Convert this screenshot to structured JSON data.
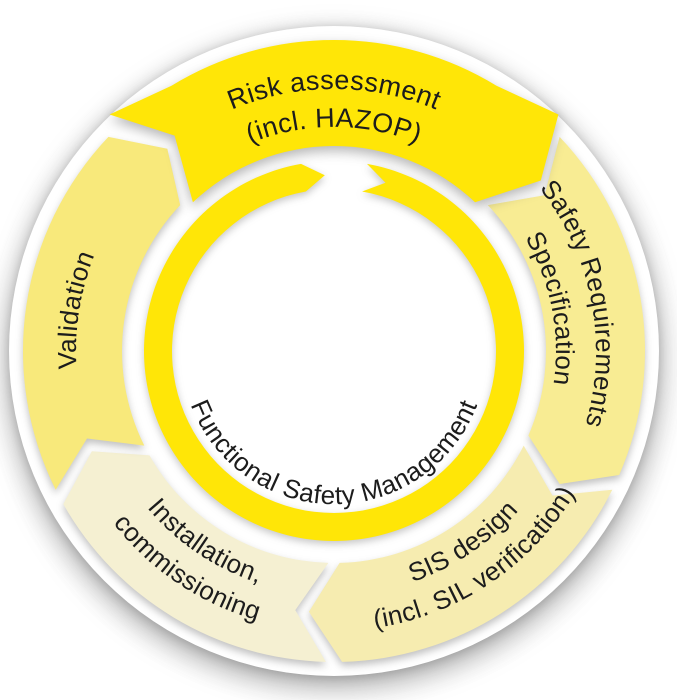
{
  "diagram": {
    "kind": "circular-lifecycle-cycle",
    "direction": "clockwise",
    "center_label": "Functional Safety Management",
    "ring_color": "#FFE607",
    "text_color": "#1c1c1c",
    "segments": [
      {
        "id": "risk-assessment",
        "label_lines": [
          "Risk assessment",
          "(incl. HAZOP)"
        ],
        "color": "#FFE607"
      },
      {
        "id": "safety-requirements",
        "label_lines": [
          "Safety Requirements",
          "Specification"
        ],
        "color": "#F8EC93"
      },
      {
        "id": "sis-design",
        "label_lines": [
          "SIS design",
          "(incl. SIL verification)"
        ],
        "color": "#F6ECB0"
      },
      {
        "id": "installation",
        "label_lines": [
          "Installation,",
          "commissioning"
        ],
        "color": "#F5F0D2"
      },
      {
        "id": "validation",
        "label_lines": [
          "Validation"
        ],
        "color": "#F8E97B"
      }
    ]
  }
}
